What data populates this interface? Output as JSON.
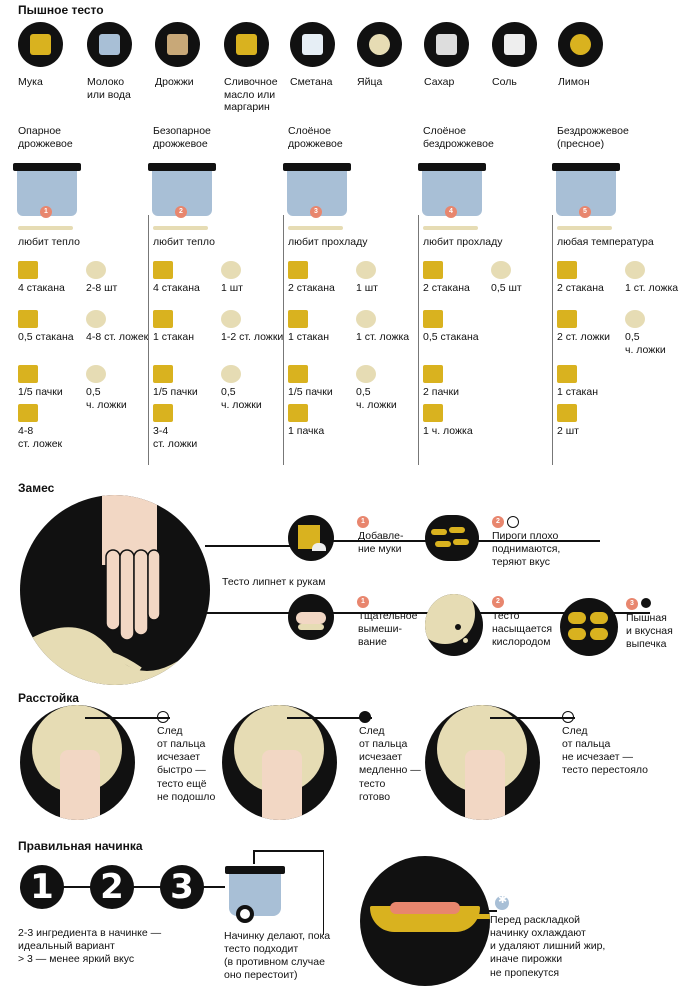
{
  "sections": {
    "fluffy": "Пышное тесто",
    "kneading": "Замес",
    "proofing": "Расстойка",
    "filling": "Правильная начинка"
  },
  "ingredients": [
    {
      "label": "Мука",
      "icon": "flour-icon"
    },
    {
      "label": "Молоко\nили вода",
      "icon": "milk-jug-icon"
    },
    {
      "label": "Дрожжи",
      "icon": "yeast-icon"
    },
    {
      "label": "Сливочное\nмасло или\nмаргарин",
      "icon": "butter-icon"
    },
    {
      "label": "Сметана",
      "icon": "sour-cream-icon"
    },
    {
      "label": "Яйца",
      "icon": "eggs-icon"
    },
    {
      "label": "Сахар",
      "icon": "sugar-icon"
    },
    {
      "label": "Соль",
      "icon": "salt-icon"
    },
    {
      "label": "Лимон",
      "icon": "lemon-icon"
    }
  ],
  "doughs": [
    {
      "num": "1",
      "title": "Опарное\nдрожжевое",
      "temp": "любит  тепло",
      "items": [
        [
          "4 стакана",
          "2-8 шт"
        ],
        [
          "0,5 стакана",
          "4-8 ст. ложек"
        ],
        [
          "1/5 пачки",
          "0,5\nч. ложки"
        ],
        [
          "4-8\nст. ложек",
          ""
        ]
      ]
    },
    {
      "num": "2",
      "title": "Безопарное\nдрожжевое",
      "temp": "любит  тепло",
      "items": [
        [
          "4 стакана",
          "1 шт"
        ],
        [
          "1 стакан",
          "1-2 ст. ложки"
        ],
        [
          "1/5 пачки",
          "0,5\nч. ложки"
        ],
        [
          "3-4\nст. ложки",
          ""
        ]
      ]
    },
    {
      "num": "3",
      "title": "Слоёное\nдрожжевое",
      "temp": "любит прохладу",
      "items": [
        [
          "2 стакана",
          "1 шт"
        ],
        [
          "1 стакан",
          "1 ст. ложка"
        ],
        [
          "1/5 пачки",
          "0,5\nч. ложки"
        ],
        [
          "1 пачка",
          ""
        ]
      ]
    },
    {
      "num": "4",
      "title": "Слоёное\nбездрожжевое",
      "temp": "любит прохладу",
      "items": [
        [
          "2 стакана",
          "0,5 шт"
        ],
        [
          "0,5 стакана",
          ""
        ],
        [
          "2 пачки",
          ""
        ],
        [
          "1 ч. ложка",
          ""
        ]
      ]
    },
    {
      "num": "5",
      "title": "Бездрожжевое\n(пресное)",
      "temp": "любая температура",
      "items": [
        [
          "2 стакана",
          "1 ст. ложка"
        ],
        [
          "2 ст. ложки",
          "0,5\nч. ложки"
        ],
        [
          "1 стакан",
          ""
        ],
        [
          "2 шт",
          ""
        ]
      ]
    }
  ],
  "kneading": {
    "sticky": "Тесто липнет к рукам",
    "top": [
      {
        "num": "1",
        "text": "Добавле-\nние муки"
      },
      {
        "num": "2",
        "text": "Пироги плохо\nподнимаются,\nтеряют вкус"
      }
    ],
    "bottom": [
      {
        "num": "1",
        "text": "Тщательное\nвымеши-\nвание"
      },
      {
        "num": "2",
        "text": "Тесто\nнасыщается\nкислородом"
      },
      {
        "num": "3",
        "text": "Пышная\nи вкусная\nвыпечка"
      }
    ]
  },
  "proofing": [
    {
      "text": "След\nот пальца\nисчезает\nбыстро —\nтесто ещё\nне подошло"
    },
    {
      "text": "След\nот пальца\nисчезает\nмедленно —\nтесто\nготово"
    },
    {
      "text": "След\nот пальца\nне исчезает —\nтесто перестояло"
    }
  ],
  "filling": {
    "numbers": [
      "1",
      "2",
      "3"
    ],
    "ingredients_note": "2-3 ингредиента в начинке —\nидеальный вариант\n> 3 — менее яркий вкус",
    "pot_note": "Начинку делают, пока\nтесто подходит\n(в противном случае\nоно перестоит)",
    "strainer_note": "Перед раскладкой\nначинку охлаждают\nи удаляют лишний жир,\nиначе пирожки\nне пропекутся"
  },
  "colors": {
    "accent": "#e8866e",
    "gold": "#d9b21f",
    "cream": "#e6dcb4",
    "pot": "#a8bfd6",
    "black": "#111111"
  }
}
